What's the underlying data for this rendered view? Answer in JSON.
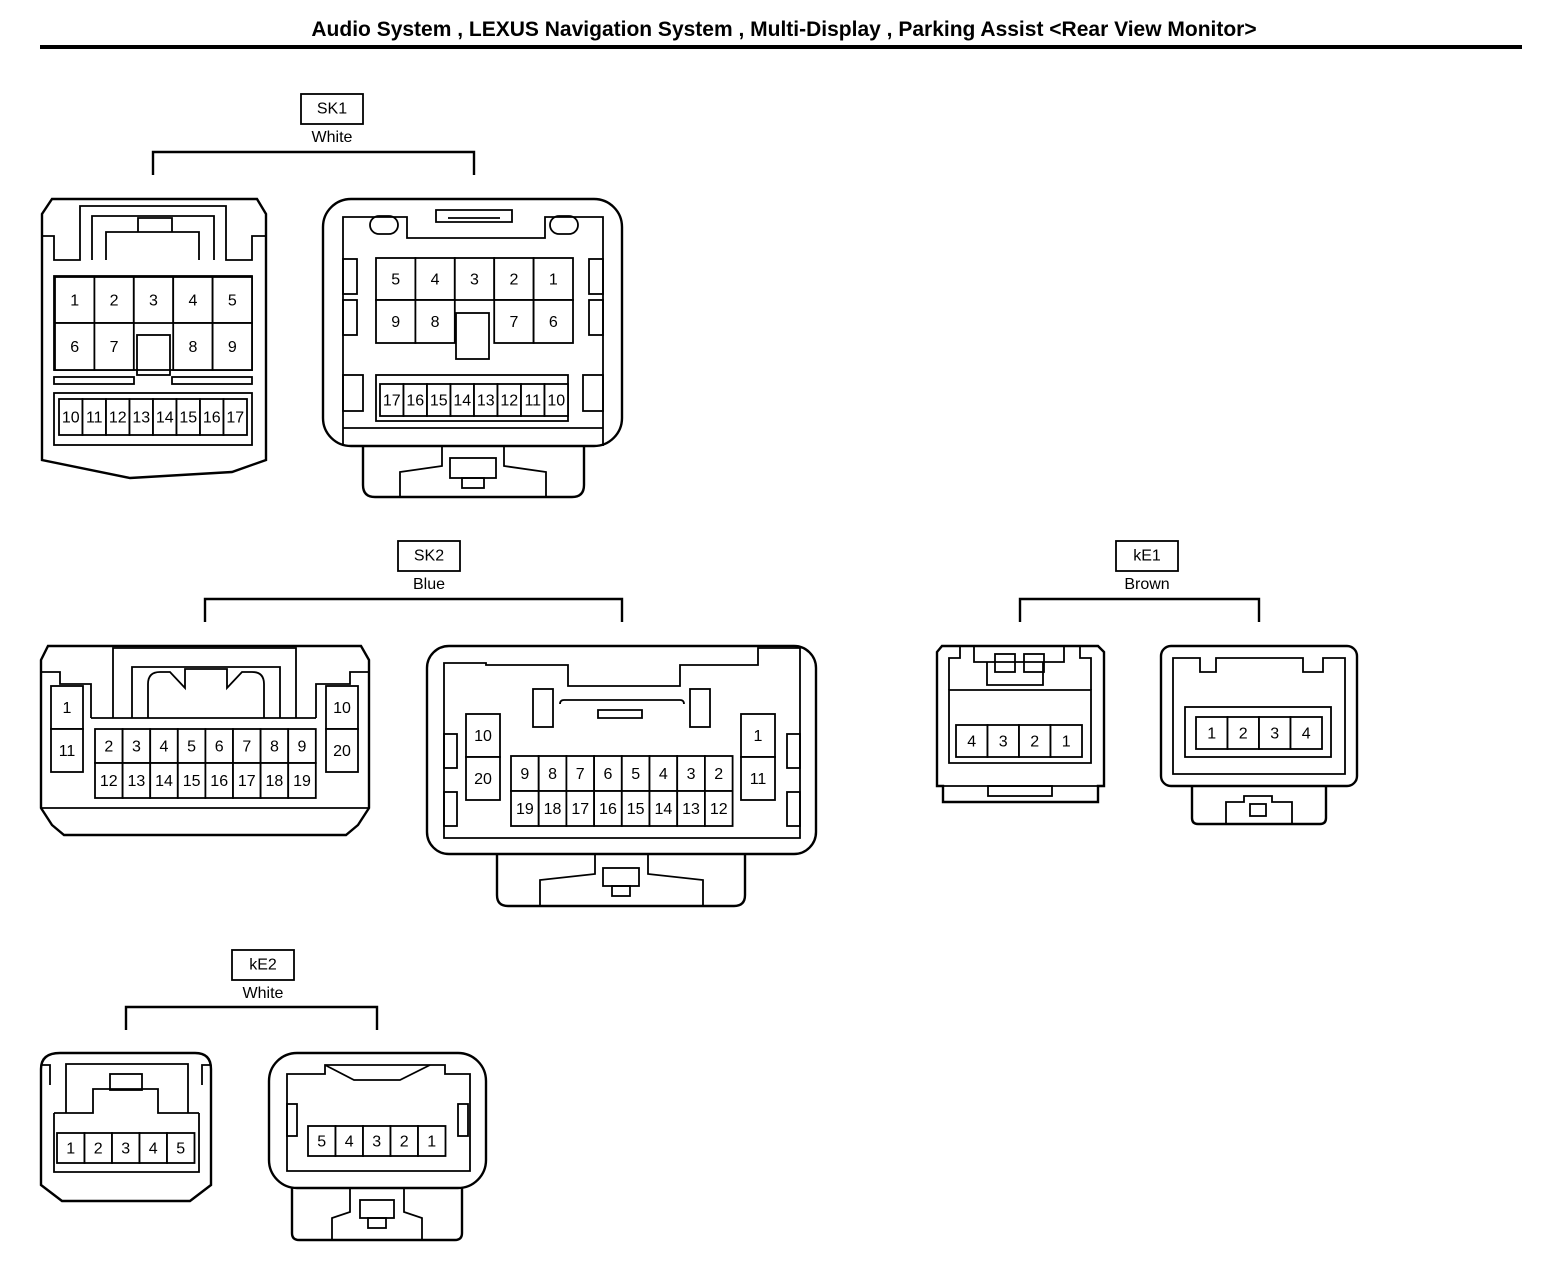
{
  "title": "Audio System , LEXUS Navigation System , Multi-Display , Parking Assist <Rear View Monitor>",
  "connectors": [
    {
      "id": "SK1",
      "color": "White",
      "views": [
        {
          "type": "housing",
          "rows": [
            [
              "1",
              "2",
              "3",
              "4",
              "5"
            ],
            [
              "6",
              "7",
              "",
              "8",
              "9"
            ],
            [
              "10",
              "11",
              "12",
              "13",
              "14",
              "15",
              "16",
              "17"
            ]
          ]
        },
        {
          "type": "receptacle",
          "rows": [
            [
              "5",
              "4",
              "3",
              "2",
              "1"
            ],
            [
              "9",
              "8",
              "",
              "7",
              "6"
            ],
            [
              "17",
              "16",
              "15",
              "14",
              "13",
              "12",
              "11",
              "10"
            ]
          ]
        }
      ]
    },
    {
      "id": "SK2",
      "color": "Blue",
      "views": [
        {
          "type": "housing",
          "left": [
            "1",
            "11"
          ],
          "right": [
            "10",
            "20"
          ],
          "rows": [
            [
              "2",
              "3",
              "4",
              "5",
              "6",
              "7",
              "8",
              "9"
            ],
            [
              "12",
              "13",
              "14",
              "15",
              "16",
              "17",
              "18",
              "19"
            ]
          ]
        },
        {
          "type": "receptacle",
          "left": [
            "10",
            "20"
          ],
          "right": [
            "1",
            "11"
          ],
          "rows": [
            [
              "9",
              "8",
              "7",
              "6",
              "5",
              "4",
              "3",
              "2"
            ],
            [
              "19",
              "18",
              "17",
              "16",
              "15",
              "14",
              "13",
              "12"
            ]
          ]
        }
      ]
    },
    {
      "id": "kE1",
      "color": "Brown",
      "views": [
        {
          "type": "housing",
          "rows": [
            [
              "4",
              "3",
              "2",
              "1"
            ]
          ]
        },
        {
          "type": "receptacle",
          "rows": [
            [
              "1",
              "2",
              "3",
              "4"
            ]
          ]
        }
      ]
    },
    {
      "id": "kE2",
      "color": "White",
      "views": [
        {
          "type": "housing",
          "rows": [
            [
              "1",
              "2",
              "3",
              "4",
              "5"
            ]
          ]
        },
        {
          "type": "receptacle",
          "rows": [
            [
              "5",
              "4",
              "3",
              "2",
              "1"
            ]
          ]
        }
      ]
    }
  ]
}
